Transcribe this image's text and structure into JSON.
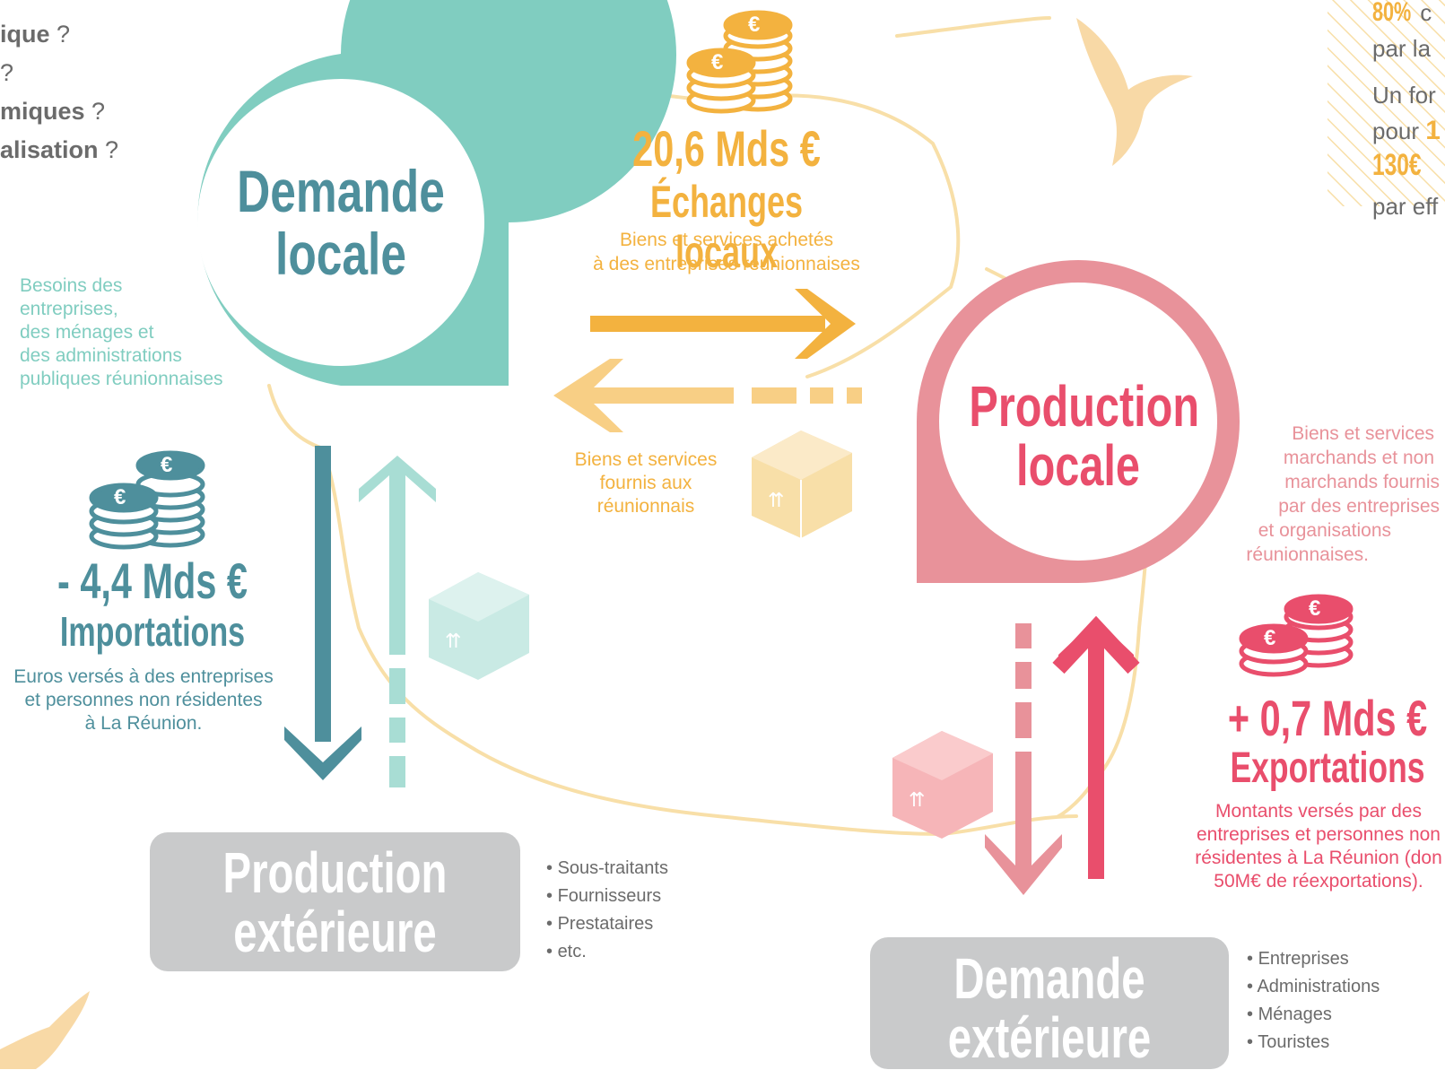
{
  "colors": {
    "teal": "#80CDC0",
    "teal_dark": "#4E8F9C",
    "teal_light": "#A8DDD4",
    "orange": "#F3B23F",
    "orange_light": "#F8CF85",
    "pink": "#E8929A",
    "pink_dark": "#E94E6C",
    "gray": "#C9CACB",
    "map_line": "#F8DFA8"
  },
  "left_questions": [
    {
      "bold": "ique",
      "rest": " ?"
    },
    {
      "bold": "",
      "rest": "?"
    },
    {
      "bold": "miques",
      "rest": " ?"
    },
    {
      "bold": "alisation",
      "rest": " ?"
    }
  ],
  "top_right": {
    "pct": "80%",
    "pct_after": " c",
    "line1": "par la",
    "line2": "Un for",
    "line3_pre": "pour ",
    "line3_num": "1",
    "line4": "130€",
    "line5": "par eff"
  },
  "demande_locale": {
    "line1": "Demande",
    "line2": "locale",
    "desc": [
      "Besoins des",
      "entreprises,",
      "des ménages et",
      "des administrations",
      "publiques réunionnaises"
    ]
  },
  "echanges": {
    "amount": "20,6 Mds €",
    "title": "Échanges locaux",
    "desc": [
      "Biens et services achetés",
      "à des entreprises réunionnaises"
    ],
    "return_desc": [
      "Biens et services",
      "fournis aux",
      "réunionnais"
    ]
  },
  "production_locale": {
    "line1": "Production",
    "line2": "locale",
    "desc": [
      "Biens et services",
      "marchands et non",
      "marchands fournis",
      "par des entreprises",
      "et organisations",
      "réunionnaises."
    ]
  },
  "importations": {
    "amount": "- 4,4 Mds €",
    "title": "Importations",
    "desc": [
      "Euros versés à des entreprises",
      "et personnes non résidentes",
      "à La Réunion."
    ]
  },
  "exportations": {
    "amount": "+ 0,7 Mds €",
    "title": "Exportations",
    "desc": [
      "Montants versés par des",
      "entreprises et personnes non",
      "résidentes à La Réunion (don",
      "50M€ de réexportations)."
    ]
  },
  "production_exterieure": {
    "line1": "Production",
    "line2": "extérieure",
    "items": [
      "Sous-traitants",
      "Fournisseurs",
      "Prestataires",
      "etc."
    ]
  },
  "demande_exterieure": {
    "line1": "Demande",
    "line2": "extérieure",
    "items": [
      "Entreprises",
      "Administrations",
      "Ménages",
      "Touristes"
    ]
  },
  "icons": [
    "coins-icon",
    "box-icon",
    "bird-icon",
    "euro-icon"
  ]
}
